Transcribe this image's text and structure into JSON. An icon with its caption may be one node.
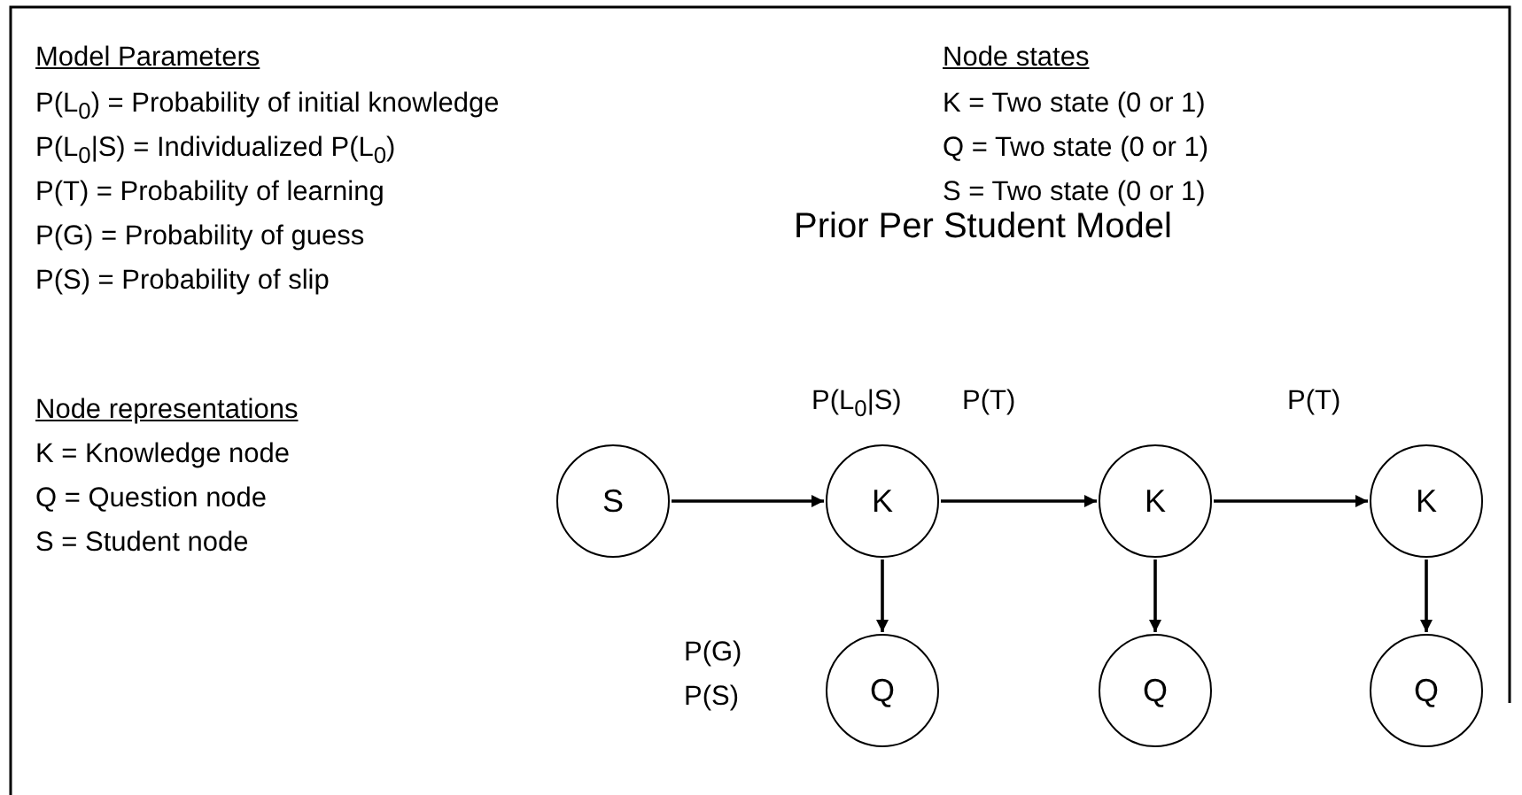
{
  "diagram": {
    "title": "Prior Per Student Model",
    "nodes": [
      {
        "text": [
          "S"
        ]
      },
      {
        "text": [
          "K"
        ],
        "beside": [
          "P(L$_{0}$|S)"
        ]
      },
      {
        "text": [
          "K"
        ]
      },
      {
        "text": [
          "K"
        ]
      },
      {
        "text": [
          "Q"
        ],
        "beside": [
          "P(G)",
          "P(S)"
        ]
      },
      {
        "text": [
          "Q"
        ]
      },
      {
        "text": [
          "Q"
        ]
      }
    ],
    "edges": [
      {
        "from": 0,
        "to": 1,
        "arrow": "to"
      },
      {
        "from": 1,
        "to": 2,
        "arrow": "to",
        "label": "P(T)"
      },
      {
        "from": 2,
        "to": 3,
        "arrow": "to",
        "label": "P(T)"
      },
      {
        "from": 1,
        "to": 4,
        "arrow": "to"
      },
      {
        "from": 2,
        "to": 5,
        "arrow": "to"
      },
      {
        "from": 3,
        "to": 6,
        "arrow": "to"
      }
    ],
    "labels": [
      "Model Parameters",
      "P(L$_{0}$) = Probability of initial knowledge",
      "P(L$_{0}$|S) = Individualized P(L$_{0}$)",
      "P(T) = Probability of learning",
      "P(G) = Probability of guess",
      "P(S) = Probability of slip",
      "Node states",
      "K = Two state (0 or 1)",
      "Q = Two state (0 or 1)",
      "S  = Two state (0 or 1)",
      "Node representations",
      "K  = Knowledge node",
      "Q = Question node",
      "S = Student node"
    ]
  }
}
